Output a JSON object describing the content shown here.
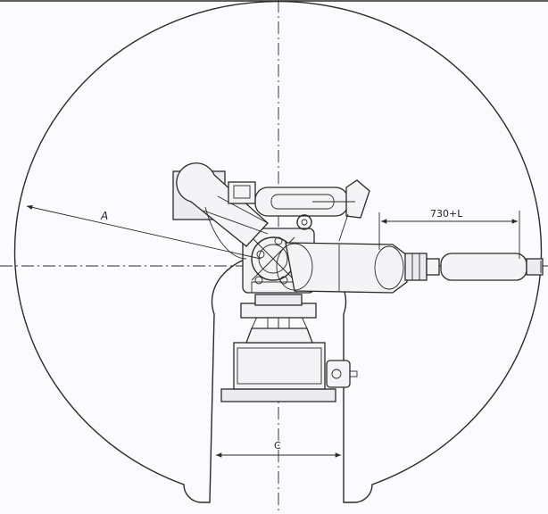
{
  "labels": {
    "radius": "A",
    "reach": "730+L",
    "base_width": "C"
  }
}
